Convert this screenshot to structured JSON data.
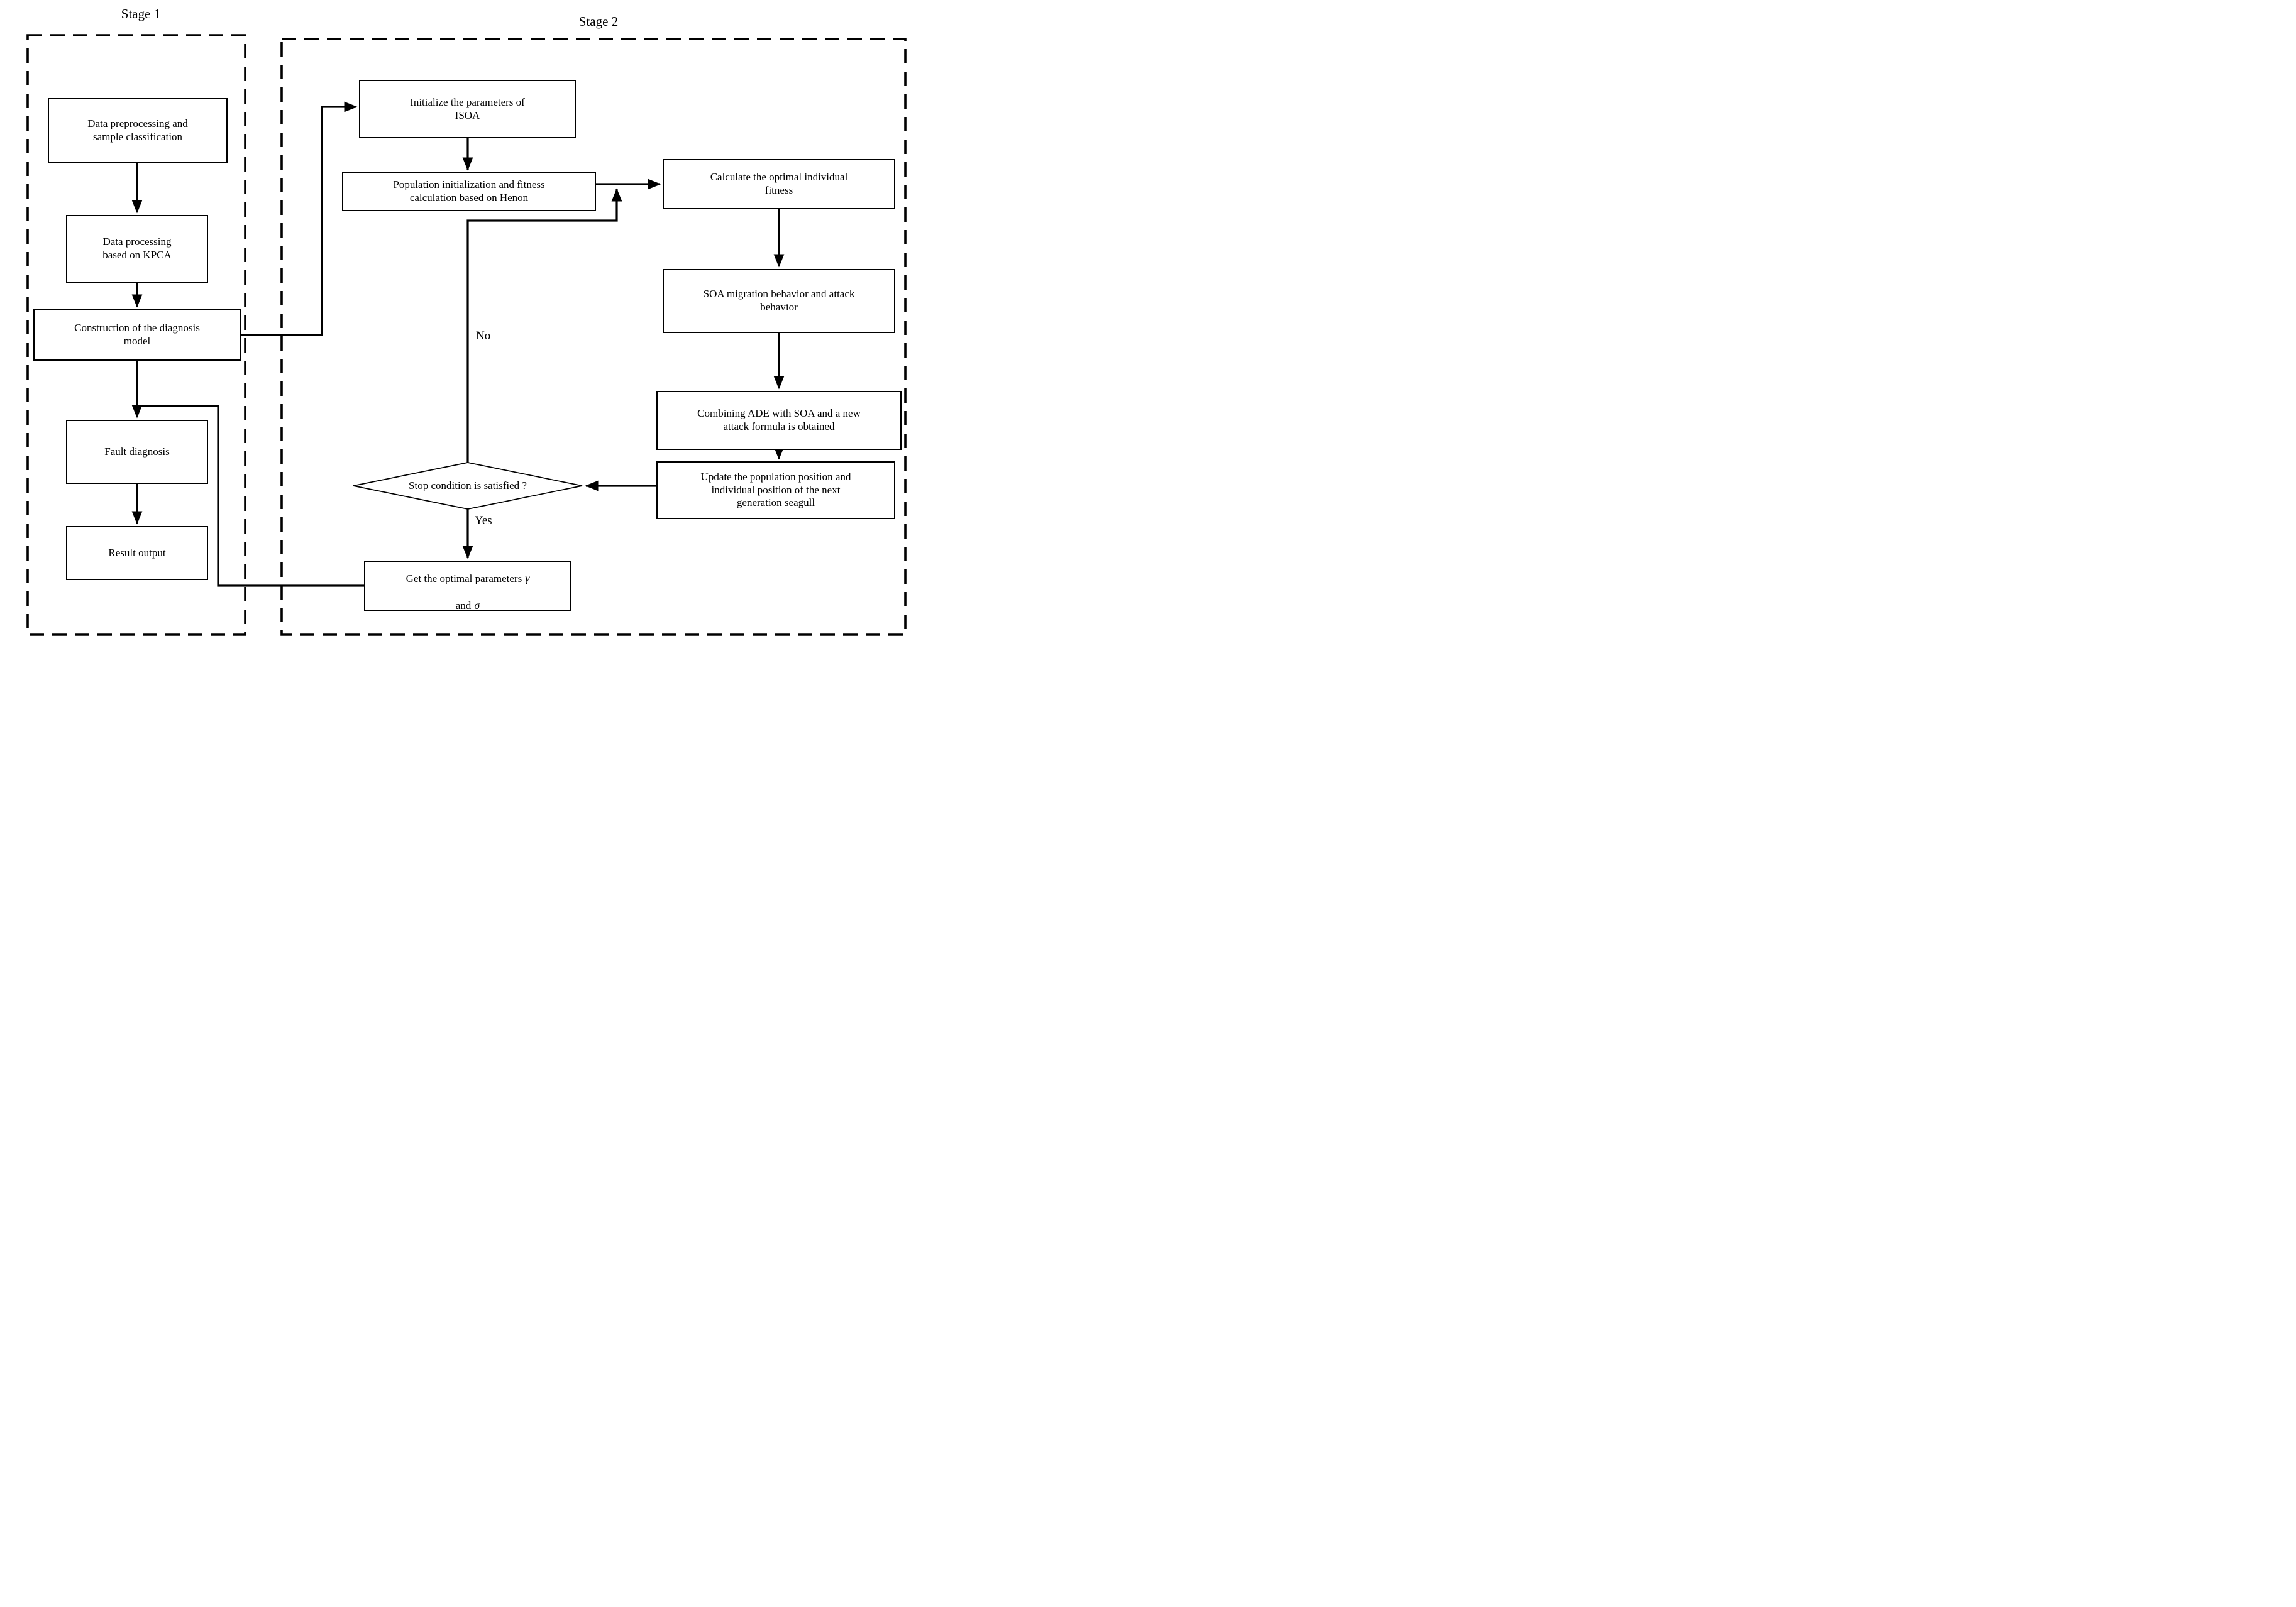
{
  "stage1": {
    "label": "Stage 1",
    "nodes": {
      "preprocess": "Data preprocessing and\nsample classification",
      "kpca": "Data processing\nbased on KPCA",
      "construction": "Construction of the diagnosis\nmodel",
      "fault": "Fault diagnosis",
      "result": "Result output"
    }
  },
  "stage2": {
    "label": "Stage 2",
    "nodes": {
      "init_isoa": "Initialize the parameters of\nISOA",
      "henon": "Population initialization and fitness\ncalculation based on Henon",
      "calc_fitness": "Calculate the optimal individual\nfitness",
      "soa_migration": "SOA migration behavior and attack\nbehavior",
      "combine_ade": "Combining ADE with SOA and a new\nattack formula is obtained",
      "update_position": "Update the population position and\nindividual position of the next\ngeneration seagull",
      "decision": "Stop condition is satisfied ?",
      "optimal_line1": "Get the optimal parameters",
      "optimal_gamma": "γ",
      "optimal_line2": "and",
      "optimal_sigma": "σ"
    },
    "edge_labels": {
      "no": "No",
      "yes": "Yes"
    }
  },
  "colors": {
    "line": "#000000",
    "background": "#ffffff"
  }
}
